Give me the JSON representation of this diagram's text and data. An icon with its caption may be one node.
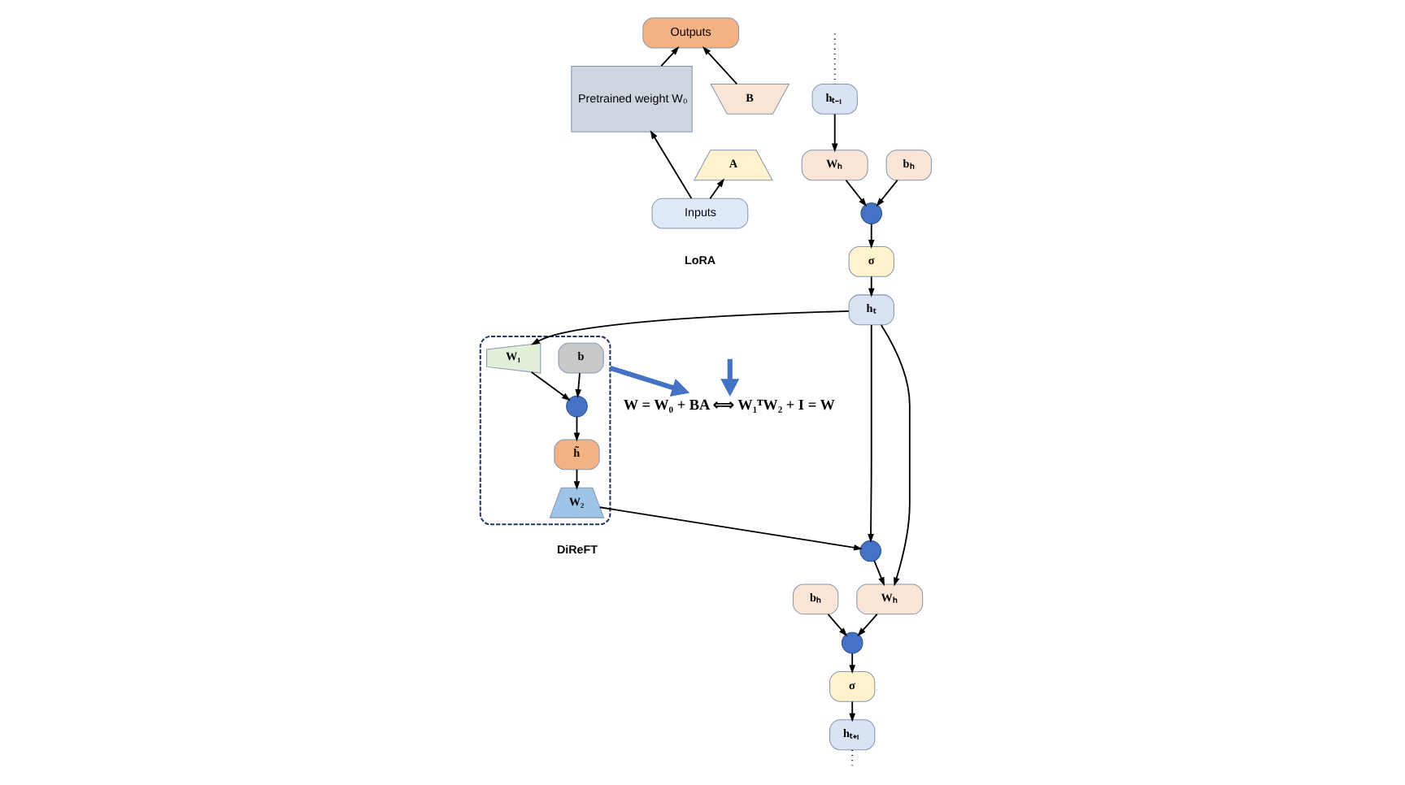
{
  "diagram": {
    "nodes": [
      {
        "text": [
          "Outputs"
        ]
      },
      {
        "text": [
          "Pretrained weight W₀"
        ]
      },
      {
        "text": [
          "B"
        ]
      },
      {
        "text": [
          "A"
        ]
      },
      {
        "text": [
          "Inputs"
        ]
      },
      {
        "text": [
          "W = W₀ + BA ⟺ W₁ᵀW₂ + I = W"
        ]
      },
      {
        "text": [
          "hₜ₋₁"
        ]
      },
      {
        "text": [
          "Wₕ"
        ]
      },
      {
        "text": [
          "bₕ"
        ]
      },
      {
        "text": [],
        "shape": "circle"
      },
      {
        "text": [
          "σ"
        ]
      },
      {
        "text": [],
        "shape": "box"
      },
      {
        "text": [
          "b"
        ],
        "in": 11
      },
      {
        "text": [
          "h̃"
        ],
        "in": 11
      },
      {
        "text": [],
        "shape": "circle",
        "in": 11
      },
      {
        "text": [
          "W₁"
        ],
        "in": 11
      },
      {
        "text": [
          "hₜ"
        ]
      },
      {
        "text": [
          "W₂"
        ],
        "in": 11
      },
      {
        "text": [],
        "shape": "circle"
      },
      {
        "text": [
          "Wₕ"
        ]
      },
      {
        "text": [
          "bₕ"
        ]
      },
      {
        "text": [],
        "shape": "circle"
      },
      {
        "text": [
          "σ"
        ]
      },
      {
        "text": [
          "hₜ₊₁"
        ]
      }
    ],
    "edges": [
      {
        "from": 4,
        "to": 1,
        "arrow": "to"
      },
      {
        "from": 4,
        "to": 3,
        "arrow": "to"
      },
      {
        "from": 1,
        "to": 0,
        "arrow": "to"
      },
      {
        "from": 2,
        "to": 0,
        "arrow": "to"
      },
      {
        "from": null,
        "to": 5,
        "arrow": "to",
        "style": "thick",
        "color": "#4472c4"
      },
      {
        "from": 11,
        "to": 5,
        "arrow": "to",
        "style": "thick",
        "color": "#4472c4"
      },
      {
        "from": null,
        "to": 6,
        "arrow": "none",
        "style": "dashed"
      },
      {
        "from": 6,
        "to": 7,
        "arrow": "to"
      },
      {
        "from": 7,
        "to": 9,
        "arrow": "to"
      },
      {
        "from": 8,
        "to": 9,
        "arrow": "to"
      },
      {
        "from": 9,
        "to": 10,
        "arrow": "to"
      },
      {
        "from": 10,
        "to": 16,
        "arrow": "to"
      },
      {
        "from": 16,
        "to": 15,
        "arrow": "to"
      },
      {
        "from": 15,
        "to": 14,
        "arrow": "to"
      },
      {
        "from": 12,
        "to": 14,
        "arrow": "to"
      },
      {
        "from": 14,
        "to": 13,
        "arrow": "to"
      },
      {
        "from": 13,
        "to": 17,
        "arrow": "to"
      },
      {
        "from": 17,
        "to": 18,
        "arrow": "to"
      },
      {
        "from": 16,
        "to": 18,
        "arrow": "to"
      },
      {
        "from": 18,
        "to": 19,
        "arrow": "to"
      },
      {
        "from": 16,
        "to": 19,
        "arrow": "to"
      },
      {
        "from": 19,
        "to": 21,
        "arrow": "to"
      },
      {
        "from": 20,
        "to": 21,
        "arrow": "to"
      },
      {
        "from": 21,
        "to": 22,
        "arrow": "to"
      },
      {
        "from": 22,
        "to": 23,
        "arrow": "to"
      },
      {
        "from": 23,
        "to": null,
        "arrow": "none",
        "style": "dashed"
      }
    ],
    "labels": [
      "LoRA",
      "DiReFT"
    ]
  }
}
